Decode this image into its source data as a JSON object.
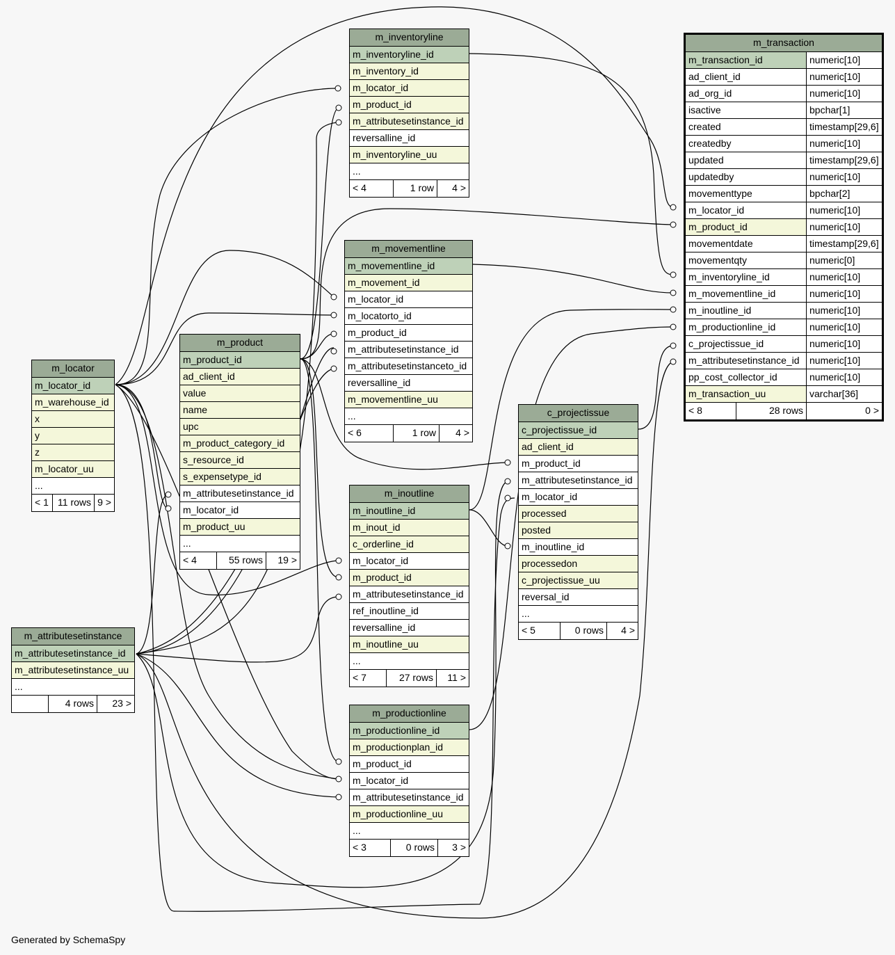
{
  "diagram": {
    "footer_text": "Generated by SchemaSpy",
    "tables": {
      "m_transaction": {
        "title": "m_transaction",
        "columns": [
          {
            "name": "m_transaction_id",
            "type": "numeric[10]"
          },
          {
            "name": "ad_client_id",
            "type": "numeric[10]"
          },
          {
            "name": "ad_org_id",
            "type": "numeric[10]"
          },
          {
            "name": "isactive",
            "type": "bpchar[1]"
          },
          {
            "name": "created",
            "type": "timestamp[29,6]"
          },
          {
            "name": "createdby",
            "type": "numeric[10]"
          },
          {
            "name": "updated",
            "type": "timestamp[29,6]"
          },
          {
            "name": "updatedby",
            "type": "numeric[10]"
          },
          {
            "name": "movementtype",
            "type": "bpchar[2]"
          },
          {
            "name": "m_locator_id",
            "type": "numeric[10]"
          },
          {
            "name": "m_product_id",
            "type": "numeric[10]"
          },
          {
            "name": "movementdate",
            "type": "timestamp[29,6]"
          },
          {
            "name": "movementqty",
            "type": "numeric[0]"
          },
          {
            "name": "m_inventoryline_id",
            "type": "numeric[10]"
          },
          {
            "name": "m_movementline_id",
            "type": "numeric[10]"
          },
          {
            "name": "m_inoutline_id",
            "type": "numeric[10]"
          },
          {
            "name": "m_productionline_id",
            "type": "numeric[10]"
          },
          {
            "name": "c_projectissue_id",
            "type": "numeric[10]"
          },
          {
            "name": "m_attributesetinstance_id",
            "type": "numeric[10]"
          },
          {
            "name": "pp_cost_collector_id",
            "type": "numeric[10]"
          },
          {
            "name": "m_transaction_uu",
            "type": "varchar[36]"
          }
        ],
        "footer": {
          "parents": "< 8",
          "rows": "28 rows",
          "children": "0 >"
        }
      },
      "m_inventoryline": {
        "title": "m_inventoryline",
        "columns": [
          "m_inventoryline_id",
          "m_inventory_id",
          "m_locator_id",
          "m_product_id",
          "m_attributesetinstance_id",
          "reversalline_id",
          "m_inventoryline_uu",
          "..."
        ],
        "footer": {
          "parents": "< 4",
          "rows": "1 row",
          "children": "4 >"
        }
      },
      "m_movementline": {
        "title": "m_movementline",
        "columns": [
          "m_movementline_id",
          "m_movement_id",
          "m_locator_id",
          "m_locatorto_id",
          "m_product_id",
          "m_attributesetinstance_id",
          "m_attributesetinstanceto_id",
          "reversalline_id",
          "m_movementline_uu",
          "..."
        ],
        "footer": {
          "parents": "< 6",
          "rows": "1 row",
          "children": "4 >"
        }
      },
      "m_product": {
        "title": "m_product",
        "columns": [
          "m_product_id",
          "ad_client_id",
          "value",
          "name",
          "upc",
          "m_product_category_id",
          "s_resource_id",
          "s_expensetype_id",
          "m_attributesetinstance_id",
          "m_locator_id",
          "m_product_uu",
          "..."
        ],
        "footer": {
          "parents": "< 4",
          "rows": "55 rows",
          "children": "19 >"
        }
      },
      "m_locator": {
        "title": "m_locator",
        "columns": [
          "m_locator_id",
          "m_warehouse_id",
          "x",
          "y",
          "z",
          "m_locator_uu",
          "..."
        ],
        "footer": {
          "parents": "< 1",
          "rows": "11 rows",
          "children": "9 >"
        }
      },
      "m_inoutline": {
        "title": "m_inoutline",
        "columns": [
          "m_inoutline_id",
          "m_inout_id",
          "c_orderline_id",
          "m_locator_id",
          "m_product_id",
          "m_attributesetinstance_id",
          "ref_inoutline_id",
          "reversalline_id",
          "m_inoutline_uu",
          "..."
        ],
        "footer": {
          "parents": "< 7",
          "rows": "27 rows",
          "children": "11 >"
        }
      },
      "c_projectissue": {
        "title": "c_projectissue",
        "columns": [
          "c_projectissue_id",
          "ad_client_id",
          "m_product_id",
          "m_attributesetinstance_id",
          "m_locator_id",
          "processed",
          "posted",
          "m_inoutline_id",
          "processedon",
          "c_projectissue_uu",
          "reversal_id",
          "..."
        ],
        "footer": {
          "parents": "< 5",
          "rows": "0 rows",
          "children": "4 >"
        }
      },
      "m_attributesetinstance": {
        "title": "m_attributesetinstance",
        "columns": [
          "m_attributesetinstance_id",
          "m_attributesetinstance_uu",
          "..."
        ],
        "footer": {
          "parents": "",
          "rows": "4 rows",
          "children": "23 >"
        }
      },
      "m_productionline": {
        "title": "m_productionline",
        "columns": [
          "m_productionline_id",
          "m_productionplan_id",
          "m_product_id",
          "m_locator_id",
          "m_attributesetinstance_id",
          "m_productionline_uu",
          "..."
        ],
        "footer": {
          "parents": "< 3",
          "rows": "0 rows",
          "children": "3 >"
        }
      }
    }
  }
}
